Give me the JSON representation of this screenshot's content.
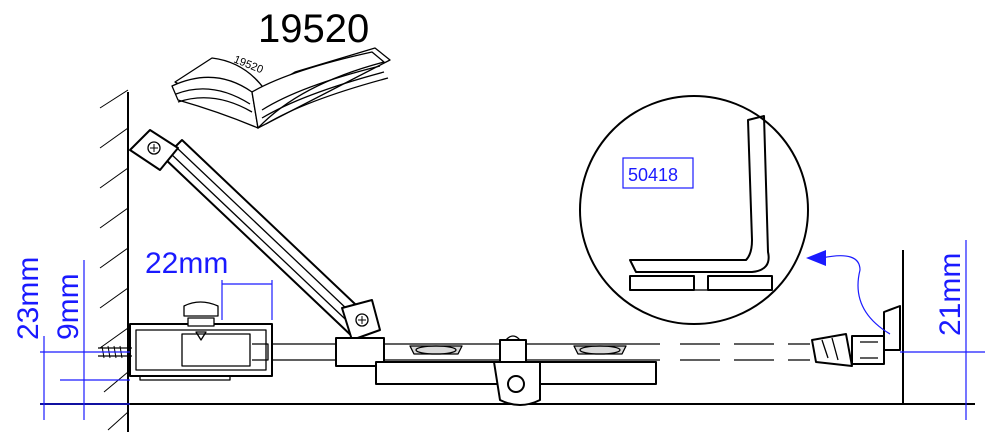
{
  "labels": {
    "manual_number": "19520",
    "book_text": "19520",
    "part_number": "50418",
    "dim_22": "22mm",
    "dim_23": "23mm",
    "dim_9": "9mm",
    "dim_21": "21mm"
  },
  "colors": {
    "dimension": "#1a1aff",
    "line": "#000000",
    "hardware_shade": "#d9d9d9"
  },
  "icons": {
    "manual": "open-book-icon",
    "screw": "screw-head-icon"
  }
}
